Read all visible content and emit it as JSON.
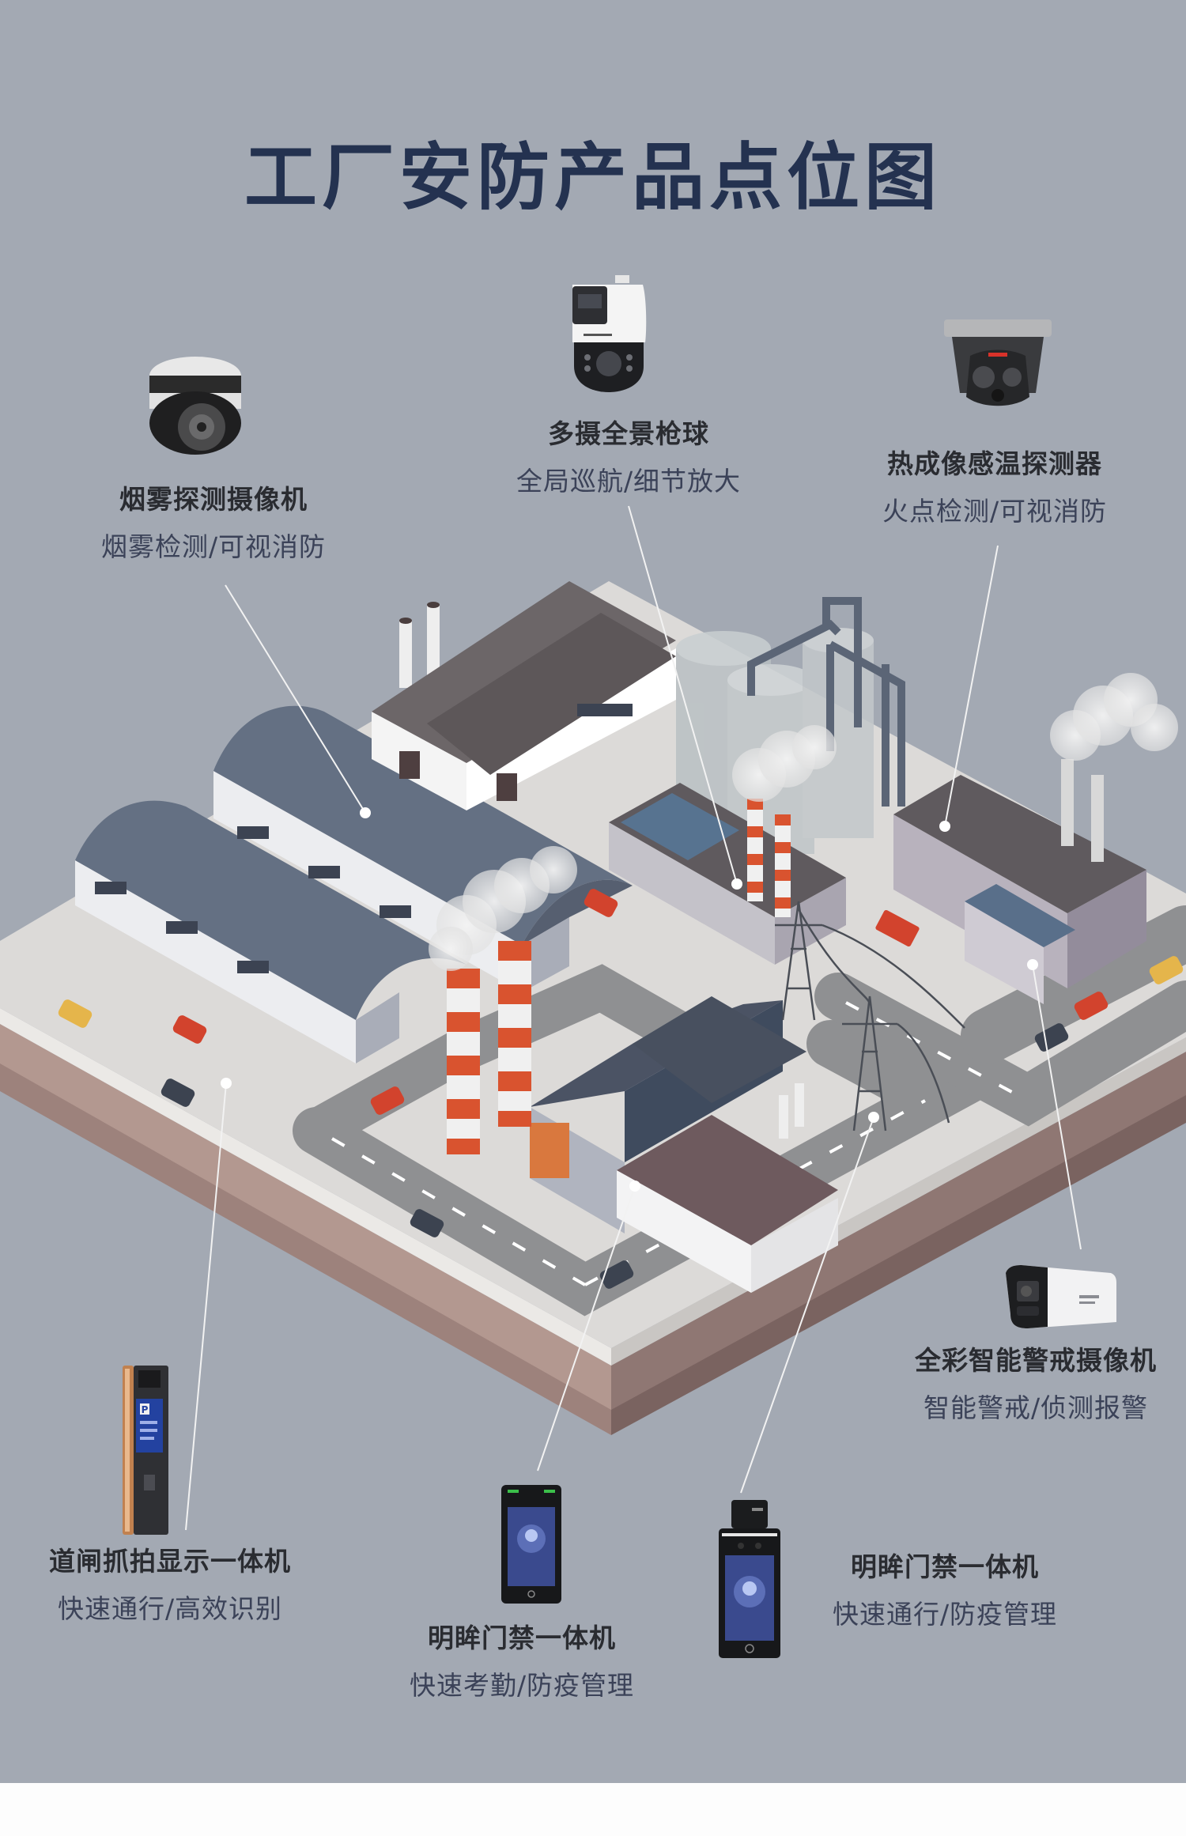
{
  "page": {
    "title": "工厂安防产品点位图",
    "colors": {
      "background": "#a3a9b3",
      "title": "#243250",
      "product_name": "#2a2c31",
      "product_desc": "#3b4258",
      "platform_top": "#dcdad8",
      "platform_side": "#a98f88",
      "platform_side_dark": "#8a716c",
      "chimney_red": "#d9532f",
      "leader_line": "#f2f2f2"
    }
  },
  "products": [
    {
      "id": "smoke-camera",
      "name": "烟雾探测摄像机",
      "desc": "烟雾检测/可视消防",
      "icon": "smoke-detector-camera-icon"
    },
    {
      "id": "ptz-camera",
      "name": "多摄全景枪球",
      "desc": "全局巡航/细节放大",
      "icon": "ptz-dome-camera-icon"
    },
    {
      "id": "thermal-camera",
      "name": "热成像感温探测器",
      "desc": "火点检测/可视消防",
      "icon": "thermal-turret-camera-icon"
    },
    {
      "id": "bullet-camera",
      "name": "全彩智能警戒摄像机",
      "desc": "智能警戒/侦测报警",
      "icon": "bullet-camera-icon"
    },
    {
      "id": "barrier-terminal",
      "name": "道闸抓拍显示一体机",
      "desc": "快速通行/高效识别",
      "icon": "parking-barrier-terminal-icon"
    },
    {
      "id": "door-terminal-a",
      "name": "明眸门禁一体机",
      "desc": "快速考勤/防疫管理",
      "icon": "face-recognition-terminal-icon"
    },
    {
      "id": "door-terminal-b",
      "name": "明眸门禁一体机",
      "desc": "快速通行/防疫管理",
      "icon": "temperature-face-terminal-icon"
    }
  ],
  "device_labels": {
    "parking_sign": "P"
  }
}
